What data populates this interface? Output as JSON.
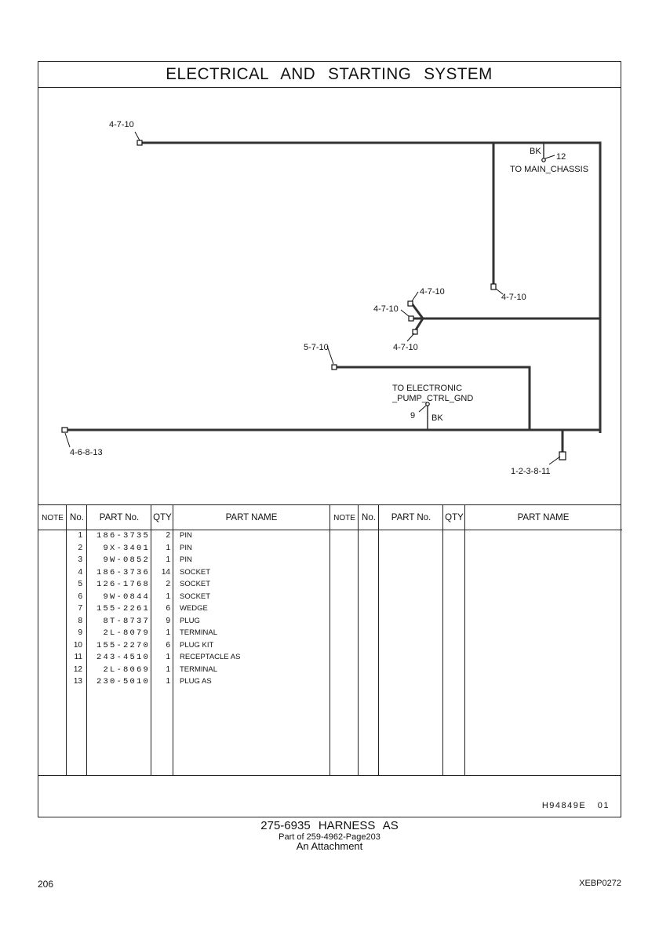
{
  "title": "ELECTRICAL AND STARTING SYSTEM",
  "diagram": {
    "callouts": {
      "top_left_connector": "4-7-10",
      "top_right_wire_color": "BK",
      "top_right_terminal": "12",
      "top_right_destination": "TO MAIN_CHASSIS",
      "vertical_drop_connector": "4-7-10",
      "branch_upper_connector": "4-7-10",
      "branch_middle_connector": "4-7-10",
      "branch_lower_connector": "4-7-10",
      "middle_connector": "5-7-10",
      "ground_destination_line1": "TO ELECTRONIC",
      "ground_destination_line2": "_PUMP_CTRL_GND",
      "ground_terminal": "9",
      "ground_wire_color": "BK",
      "bottom_left_connector": "4-6-8-13",
      "bottom_right_receptacle": "1-2-3-8-11"
    }
  },
  "table": {
    "headers": {
      "note": "NOTE",
      "no": "No.",
      "part_no": "PART No.",
      "qty": "QTY",
      "part_name": "PART NAME"
    },
    "rows": [
      {
        "no": "1",
        "part_no": "186-3735",
        "qty": "2",
        "name": "PIN"
      },
      {
        "no": "2",
        "part_no": "9X-3401",
        "qty": "1",
        "name": "PIN"
      },
      {
        "no": "3",
        "part_no": "9W-0852",
        "qty": "1",
        "name": "PIN"
      },
      {
        "no": "4",
        "part_no": "186-3736",
        "qty": "14",
        "name": "SOCKET"
      },
      {
        "no": "5",
        "part_no": "126-1768",
        "qty": "2",
        "name": "SOCKET"
      },
      {
        "no": "6",
        "part_no": "9W-0844",
        "qty": "1",
        "name": "SOCKET"
      },
      {
        "no": "7",
        "part_no": "155-2261",
        "qty": "6",
        "name": "WEDGE"
      },
      {
        "no": "8",
        "part_no": "8T-8737",
        "qty": "9",
        "name": "PLUG"
      },
      {
        "no": "9",
        "part_no": "2L-8079",
        "qty": "1",
        "name": "TERMINAL"
      },
      {
        "no": "10",
        "part_no": "155-2270",
        "qty": "6",
        "name": "PLUG KIT"
      },
      {
        "no": "11",
        "part_no": "243-4510",
        "qty": "1",
        "name": "RECEPTACLE AS"
      },
      {
        "no": "12",
        "part_no": "2L-8069",
        "qty": "1",
        "name": "TERMINAL"
      },
      {
        "no": "13",
        "part_no": "230-5010",
        "qty": "1",
        "name": "PLUG AS"
      }
    ]
  },
  "drawing_ref": "H94849E  01",
  "caption": {
    "line1": "275-6935  HARNESS AS",
    "line2": "Part of 259-4962-Page203",
    "line3": "An Attachment"
  },
  "page_number": "206",
  "doc_code": "XEBP0272"
}
